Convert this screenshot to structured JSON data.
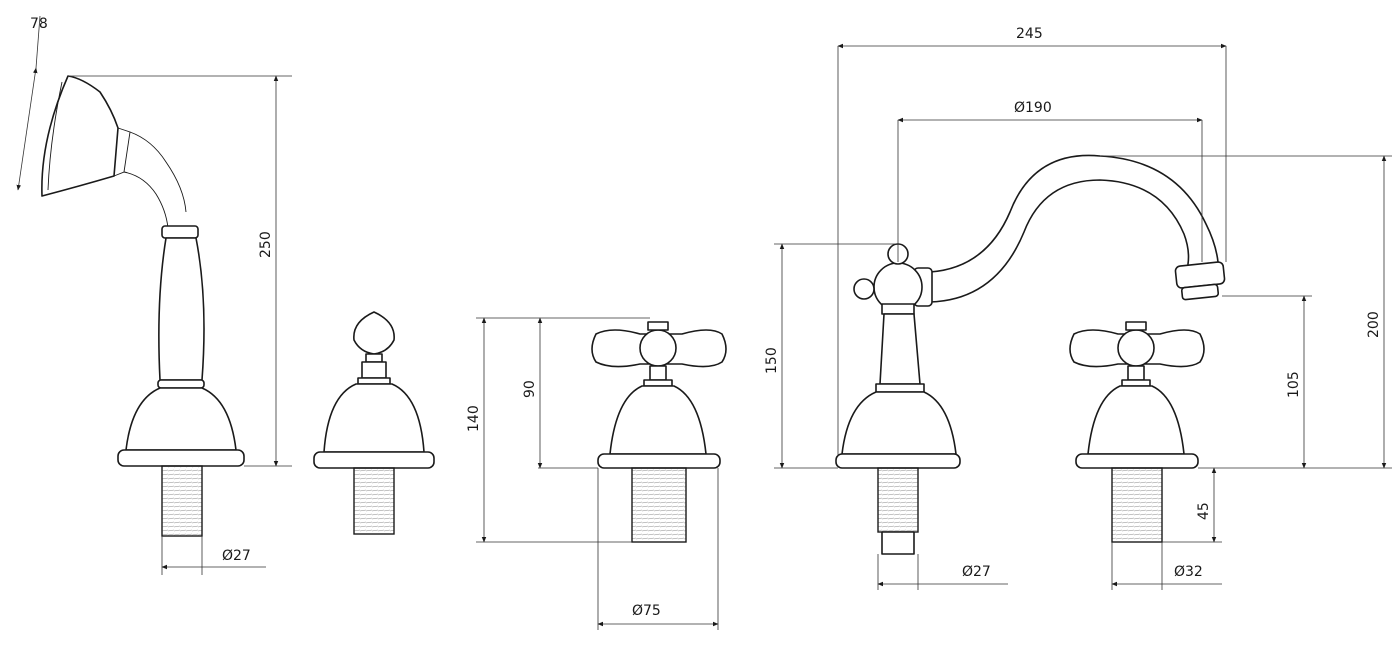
{
  "dimensions": {
    "shower_angle": "78",
    "shower_height": "250",
    "shower_thread_dia": "Ø27",
    "handle_height_140": "140",
    "handle_height_90": "90",
    "handle_base_dia": "Ø75",
    "spout_height": "150",
    "spout_width": "245",
    "spout_reach": "Ø190",
    "spout_thread_dia": "Ø27",
    "tap_height_105": "105",
    "tap_height_200": "200",
    "tap_thread_len": "45",
    "tap_thread_dia": "Ø32"
  }
}
